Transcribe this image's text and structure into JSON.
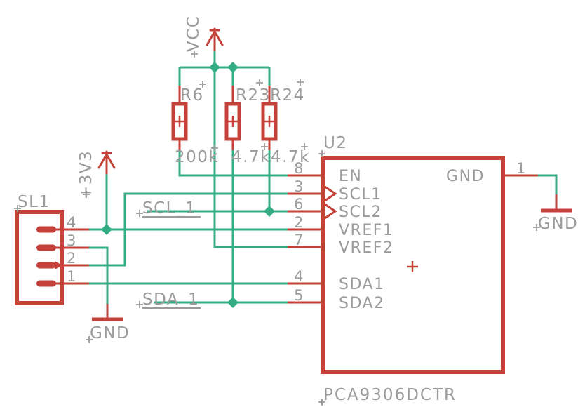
{
  "colors": {
    "net": "#35ad84",
    "symbol": "#c5423b",
    "label": "#9b9b9b",
    "background": "#ffffff"
  },
  "power": {
    "vcc": {
      "label": "VCC"
    },
    "v3v3": {
      "label": "+3V3"
    },
    "gnd_left": {
      "label": "GND"
    },
    "gnd_right": {
      "label": "GND"
    }
  },
  "nets": {
    "scl": {
      "label": "SCL_1"
    },
    "sda": {
      "label": "SDA_1"
    }
  },
  "resistors": [
    {
      "name": "R6",
      "value": "200k"
    },
    {
      "name": "R23",
      "value": "4.7k"
    },
    {
      "name": "R24",
      "value": "4.7k"
    }
  ],
  "connector": {
    "name": "SL1",
    "pin_numbers": [
      "4",
      "3",
      "2",
      "1"
    ]
  },
  "ic": {
    "designator": "U2",
    "part_number": "PCA9306DCTR",
    "left_pins": [
      {
        "number": "8",
        "label": "EN"
      },
      {
        "number": "3",
        "label": "SCL1"
      },
      {
        "number": "6",
        "label": "SCL2"
      },
      {
        "number": "2",
        "label": "VREF1"
      },
      {
        "number": "7",
        "label": "VREF2"
      },
      {
        "number": "4",
        "label": "SDA1"
      },
      {
        "number": "5",
        "label": "SDA2"
      }
    ],
    "right_pins": [
      {
        "number": "1",
        "label": "GND"
      }
    ]
  }
}
